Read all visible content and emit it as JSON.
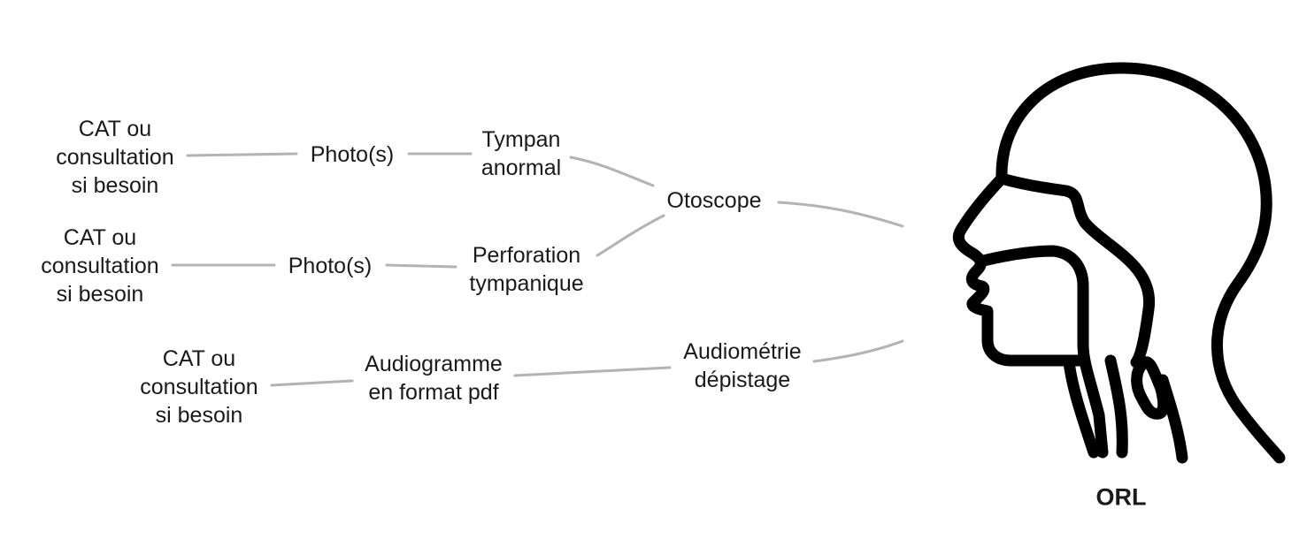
{
  "diagram": {
    "title": "ORL",
    "head_icon": "head-profile-throat-icon",
    "connector_color": "#b3b3b3",
    "icon_color": "#000000",
    "nodes": {
      "otoscope": "Otoscope",
      "tympan_anormal": "Tympan\nanormal",
      "photos_1": "Photo(s)",
      "cat_1": "CAT ou\nconsultation\nsi besoin",
      "perforation": "Perforation\ntympanique",
      "photos_2": "Photo(s)",
      "cat_2": "CAT ou\nconsultation\nsi besoin",
      "audiometrie": "Audiométrie\ndépistage",
      "audiogramme": "Audiogramme\nen format  pdf",
      "cat_3": "CAT ou\nconsultation\nsi besoin"
    }
  }
}
